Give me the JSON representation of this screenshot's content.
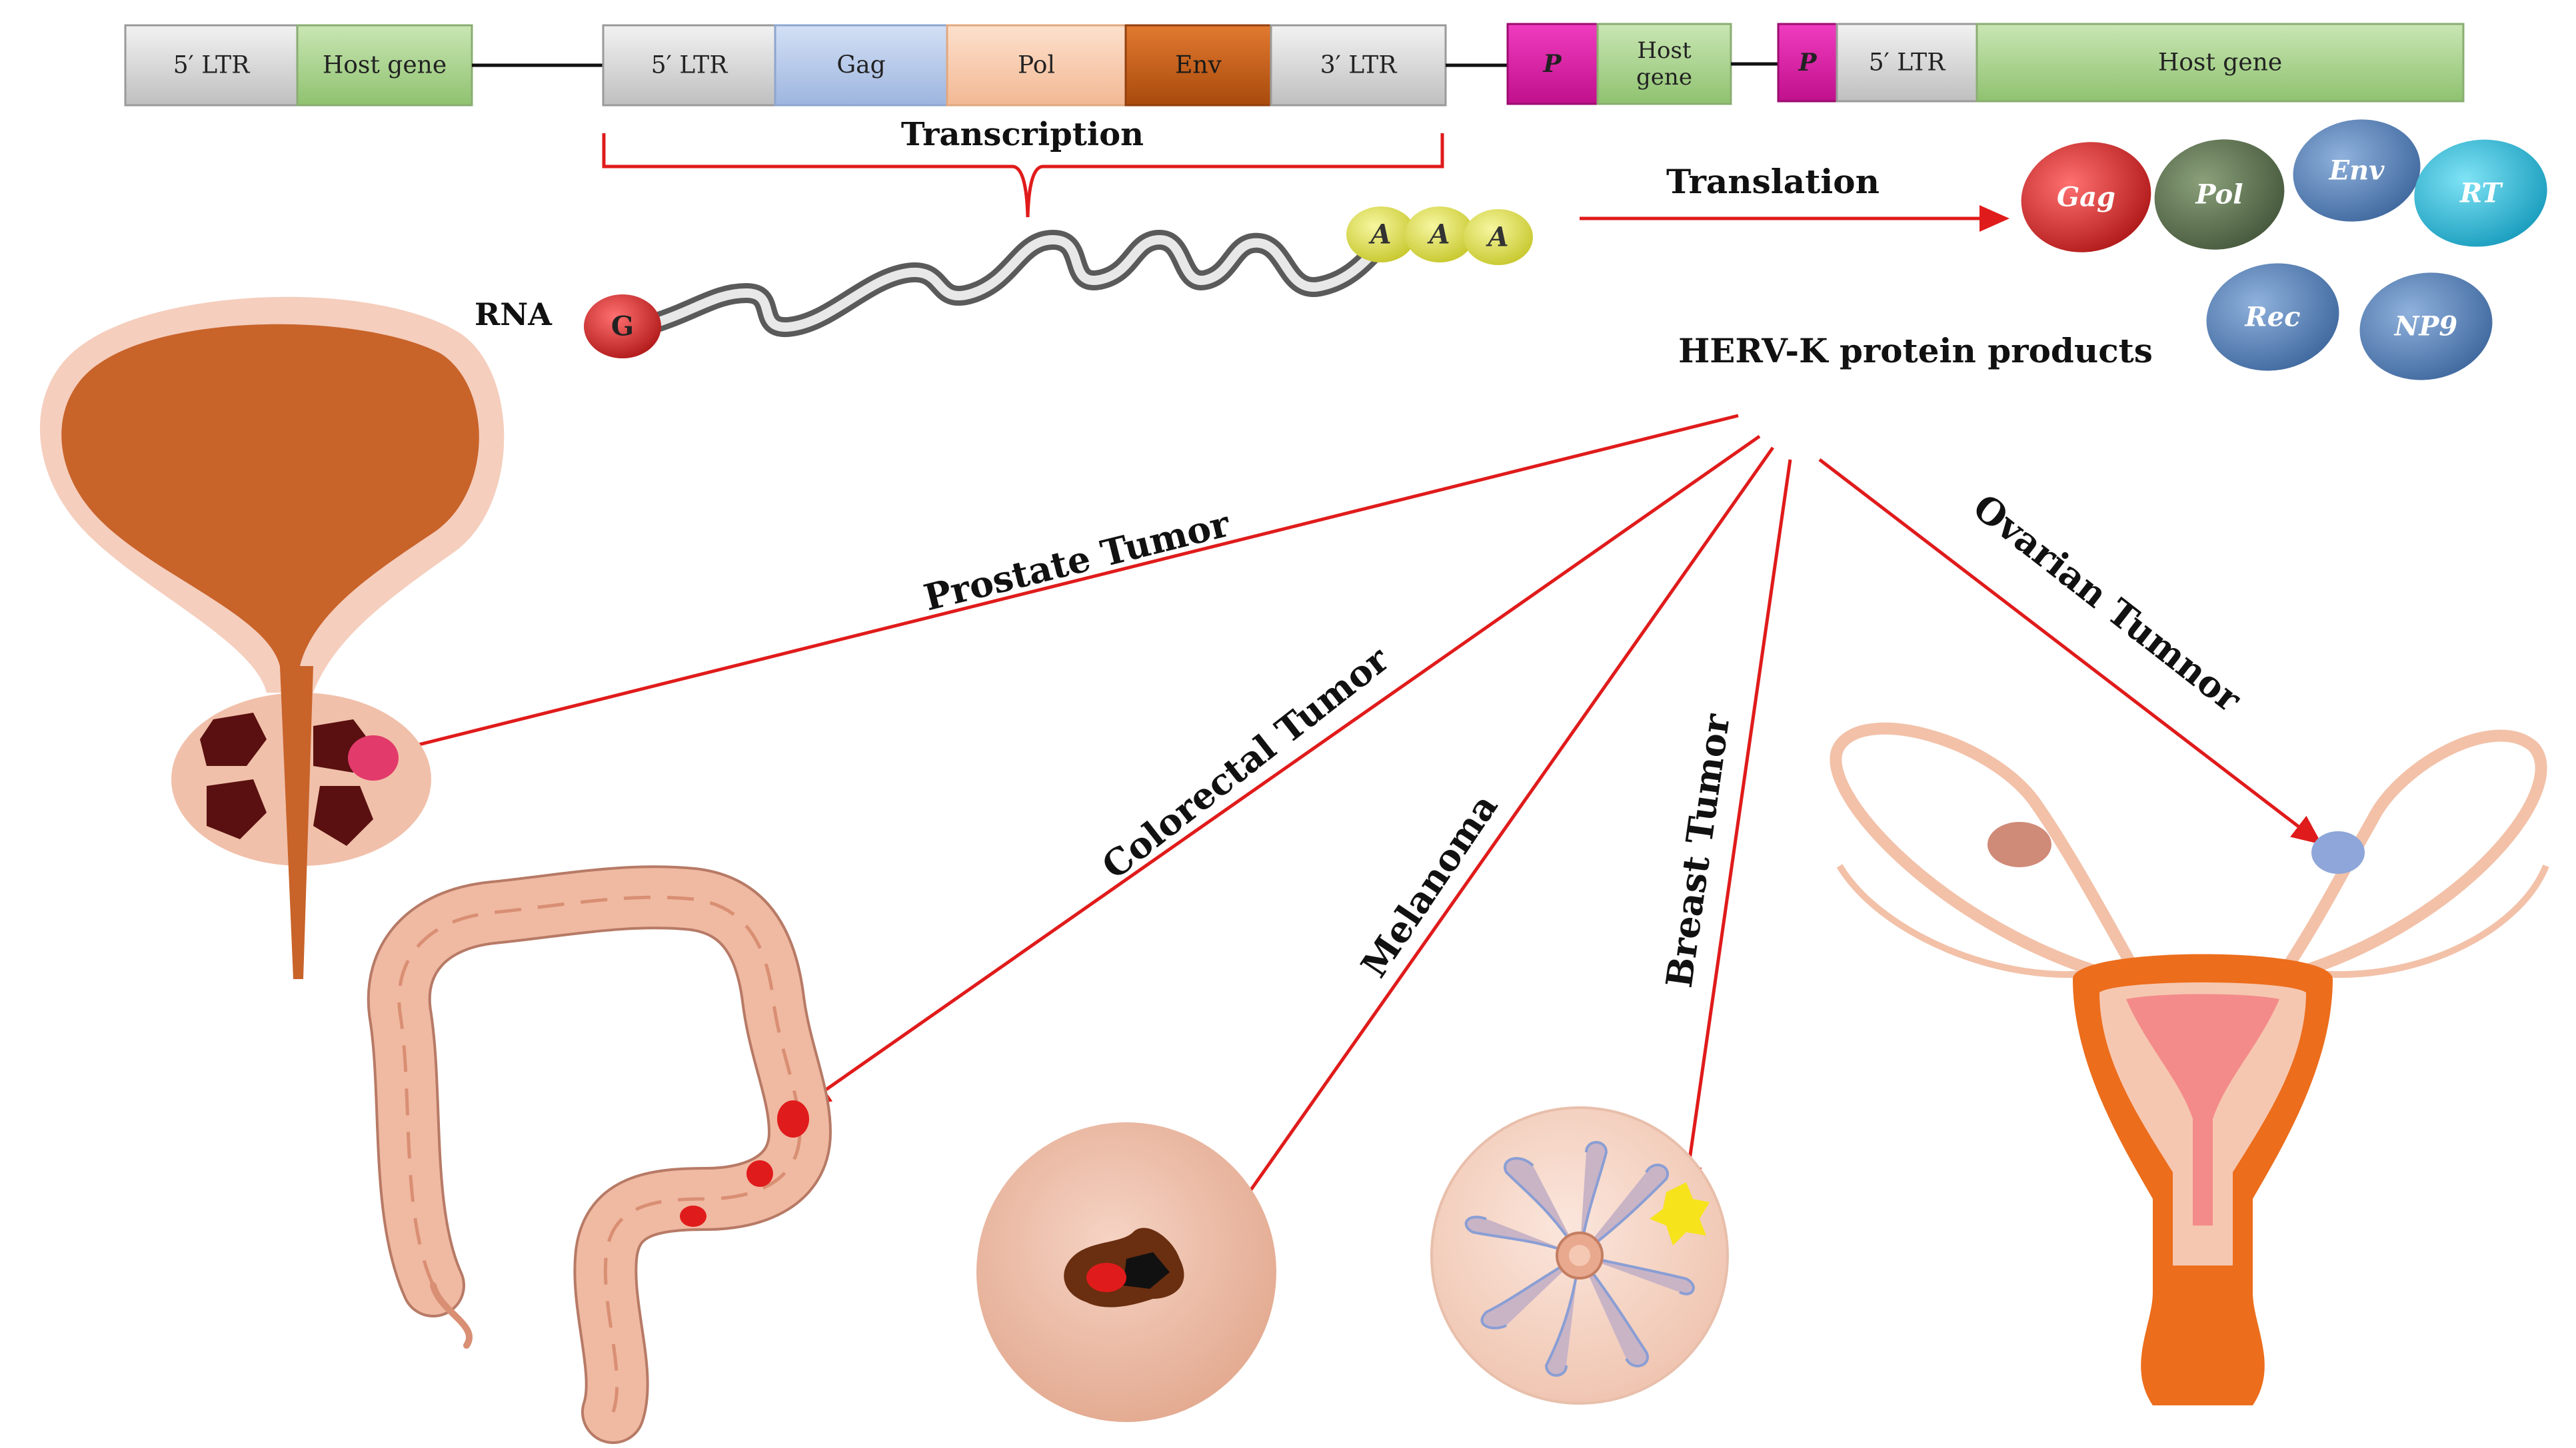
{
  "gene_rows": {
    "row1": {
      "ltr": "5′ LTR",
      "host": "Host gene"
    },
    "provirus": {
      "ltr5": "5′ LTR",
      "gag": "Gag",
      "pol": "Pol",
      "env": "Env",
      "ltr3": "3′ LTR"
    },
    "row3": {
      "p": "P",
      "host": "Host gene"
    },
    "row4": {
      "p": "P",
      "ltr": "5′ LTR",
      "host": "Host gene"
    }
  },
  "labels": {
    "transcription": "Transcription",
    "translation": "Translation",
    "rna": "RNA",
    "cap": "G",
    "polya": [
      "A",
      "A",
      "A"
    ],
    "products": "HERV-K protein products"
  },
  "proteins": [
    "Gag",
    "Pol",
    "Env",
    "RT",
    "Rec",
    "NP9"
  ],
  "tumors": {
    "prostate": "Prostate Tumor",
    "colorectal": "Colorectal Tumor",
    "melanoma": "Melanoma",
    "breast": "Breast Tumor",
    "ovarian": "Ovarian Tumnor"
  },
  "colors": {
    "ltr": "#d6d6d6",
    "host": "#a8d08d",
    "gag": "#b4c7e7",
    "pol": "#f8cbad",
    "env": "#c55a11",
    "promoter": "#e020a8",
    "arrow": "#e01b1b"
  }
}
